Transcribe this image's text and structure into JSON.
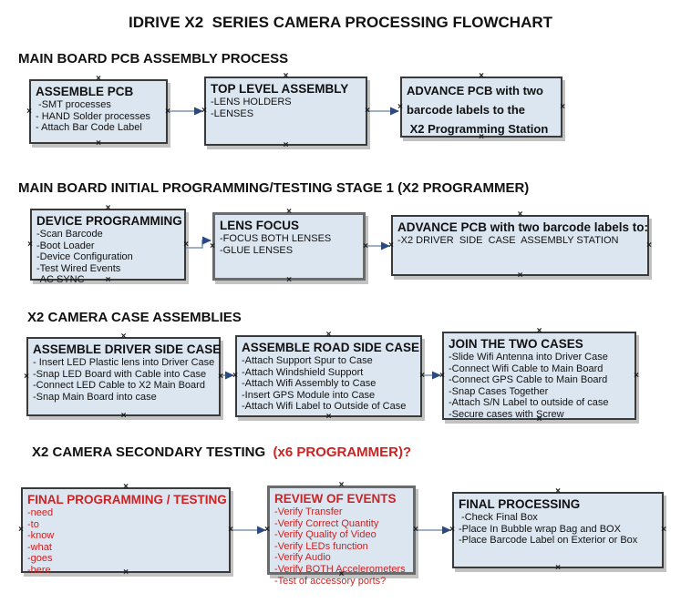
{
  "title": "IDRIVE X2  SERIES CAMERA PROCESSING FLOWCHART",
  "colors": {
    "box_fill": "#dce6f1",
    "box_border": "#3a3a3a",
    "thick_box_border": "#6b6b6b",
    "arrow_line": "#7d96b4",
    "arrow_head": "#2b4a7f",
    "red_text": "#cc2222",
    "black_text": "#111111",
    "shadow": "#c2c2c2"
  },
  "sections": [
    {
      "heading": "MAIN BOARD PCB ASSEMBLY PROCESS",
      "boxes": [
        {
          "title": "ASSEMBLE PCB",
          "items": [
            " -SMT processes",
            "- HAND Solder processes",
            "- Attach Bar Code Label"
          ]
        },
        {
          "title": "TOP LEVEL ASSEMBLY",
          "items": [
            "-LENS HOLDERS",
            "-LENSES"
          ]
        },
        {
          "lines": [
            "ADVANCE PCB with two",
            "barcode labels to the",
            " X2 Programming Station"
          ]
        }
      ]
    },
    {
      "heading": "MAIN BOARD INITIAL PROGRAMMING/TESTING STAGE 1 (X2 PROGRAMMER)",
      "boxes": [
        {
          "title": "DEVICE PROGRAMMING",
          "items": [
            "-Scan Barcode",
            "-Boot Loader",
            "-Device Configuration",
            "-Test Wired Events",
            "-AC SYNC"
          ]
        },
        {
          "title": "LENS FOCUS",
          "items": [
            "-FOCUS BOTH LENSES",
            "-GLUE LENSES"
          ]
        },
        {
          "title": "ADVANCE PCB with two barcode labels to:",
          "items": [
            "-X2 DRIVER  SIDE  CASE  ASSEMBLY STATION"
          ]
        }
      ]
    },
    {
      "heading": "X2 CAMERA CASE ASSEMBLIES",
      "boxes": [
        {
          "title": "ASSEMBLE DRIVER SIDE CASE",
          "items": [
            "- Insert LED Plastic lens into Driver Case",
            "-Snap LED Board with Cable into Case",
            "-Connect LED Cable to X2 Main Board",
            "-Snap Main Board into case"
          ]
        },
        {
          "title": "ASSEMBLE ROAD SIDE CASE",
          "items": [
            "-Attach Support Spur to Case",
            "-Attach Windshield Support",
            "-Attach Wifi Assembly to Case",
            "-Insert GPS Module into Case",
            "-Attach Wifi Label to Outside of Case"
          ]
        },
        {
          "title": "JOIN THE TWO CASES",
          "items": [
            "-Slide Wifi Antenna into Driver Case",
            "-Connect Wifi Cable to Main Board",
            "-Connect GPS Cable to Main Board",
            "-Snap Cases Together",
            "-Attach S/N Label to outside of case",
            "-Secure cases with Screw"
          ]
        }
      ]
    },
    {
      "heading": "X2 CAMERA SECONDARY TESTING",
      "heading_red": "  (x6 PROGRAMMER)?",
      "boxes": [
        {
          "title": "FINAL PROGRAMMING / TESTING",
          "items": [
            "-need",
            "-to",
            "-know",
            "-what",
            "-goes",
            "-here"
          ]
        },
        {
          "title": "REVIEW OF EVENTS",
          "items": [
            "-Verify Transfer",
            "-Verify Correct Quantity",
            "-Verify Quality of Video",
            "-Verify LEDs function",
            "-Verify Audio",
            "-Verify BOTH Accelerometers",
            "-Test of accessory ports?"
          ]
        },
        {
          "title": "FINAL PROCESSING",
          "items": [
            " -Check Final Box",
            "-Place In Bubble wrap Bag and BOX",
            "-Place Barcode Label on Exterior or Box"
          ]
        }
      ]
    }
  ]
}
